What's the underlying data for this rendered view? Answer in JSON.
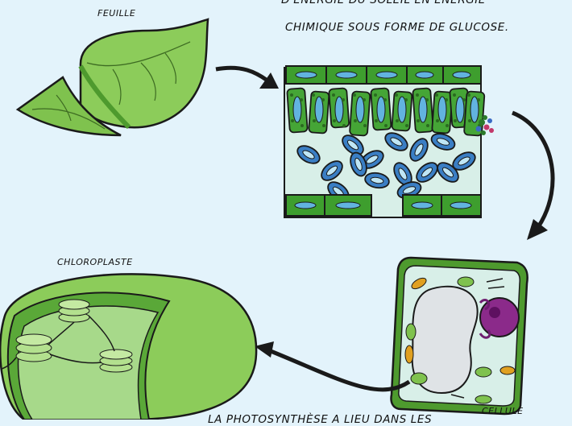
{
  "labels": {
    "leaf": "FEUILLE",
    "chloroplast": "CHLOROPLASTE",
    "cell": "CELLULE"
  },
  "caption": {
    "line1": "D'ÉNERGIE DU SOLEIL EN ÉNERGIE",
    "line2": "CHIMIQUE SOUS FORME DE GLUCOSE.",
    "line3": "LA PHOTOSYNTHÈSE A LIEU DANS LES"
  },
  "colors": {
    "background": "#e3f3fb",
    "leaf_green": "#8ccc5a",
    "dark_green": "#4e9a2e",
    "stoma_blue": "#3a7ec4",
    "cytoplasm": "#d8efe8",
    "nucleus_purple": "#8b2a8a",
    "mito_orange": "#e0a020",
    "outline": "#1a1a1a"
  }
}
